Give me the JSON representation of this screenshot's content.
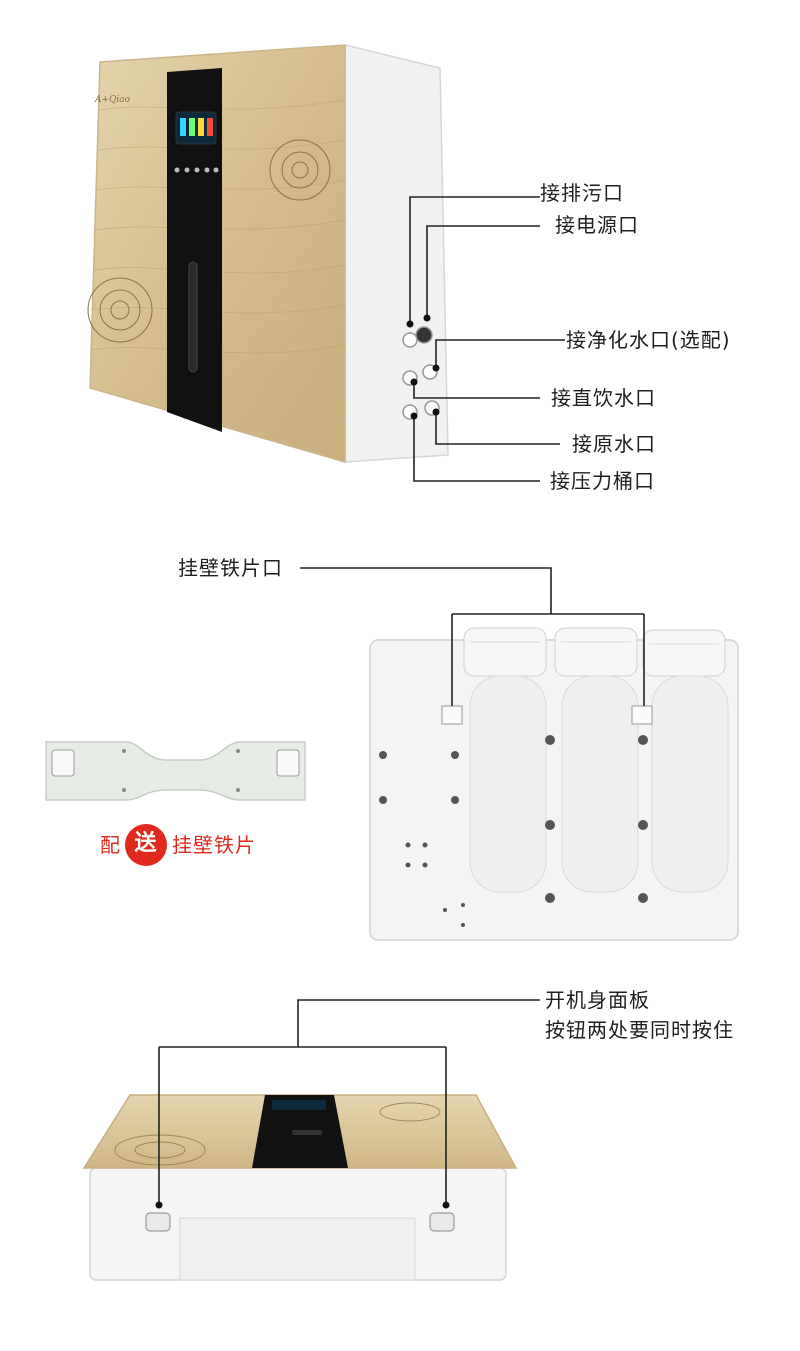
{
  "section1": {
    "brand_text": "A+Qiao",
    "labels": {
      "drain": "接排污口",
      "power": "接电源口",
      "purified": "接净化水口(选配)",
      "direct": "接直饮水口",
      "raw": "接原水口",
      "tank": "接压力桶口"
    }
  },
  "section2": {
    "wall_slot_label": "挂壁铁片口",
    "gift_prefix": "配",
    "gift_badge": "送",
    "gift_suffix": "挂壁铁片"
  },
  "section3": {
    "panel_label_line1": "开机身面板",
    "panel_label_line2": "按钮两处要同时按住"
  },
  "colors": {
    "gold_panel": "#d9c39a",
    "black_strip": "#111111",
    "gift_red": "#e02a1e",
    "body_white": "#f3f3f3"
  }
}
